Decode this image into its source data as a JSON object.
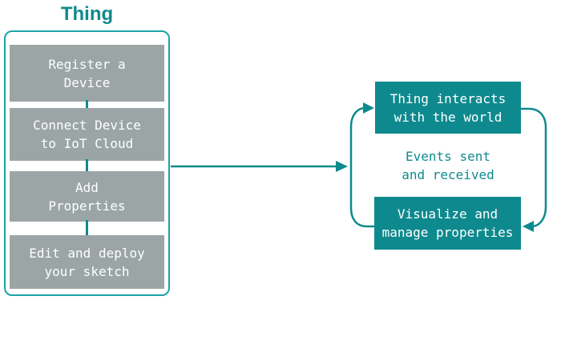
{
  "colors": {
    "teal": "#0E8A8E",
    "teal_border": "#1BA3A9",
    "gray": "#9BA5A5",
    "background": "#FFFFFF",
    "box_text": "#FFFFFF"
  },
  "left_panel": {
    "title": "Thing",
    "steps": [
      {
        "label": "Register a\nDevice"
      },
      {
        "label": "Connect Device\nto IoT Cloud"
      },
      {
        "label": "Add\nProperties"
      },
      {
        "label": "Edit and deploy\nyour sketch"
      }
    ]
  },
  "cycle": {
    "interact_box_label": "Thing interacts\nwith the world",
    "events_text": "Events sent\nand received",
    "visualize_box_label": "Visualize and\nmanage properties"
  }
}
